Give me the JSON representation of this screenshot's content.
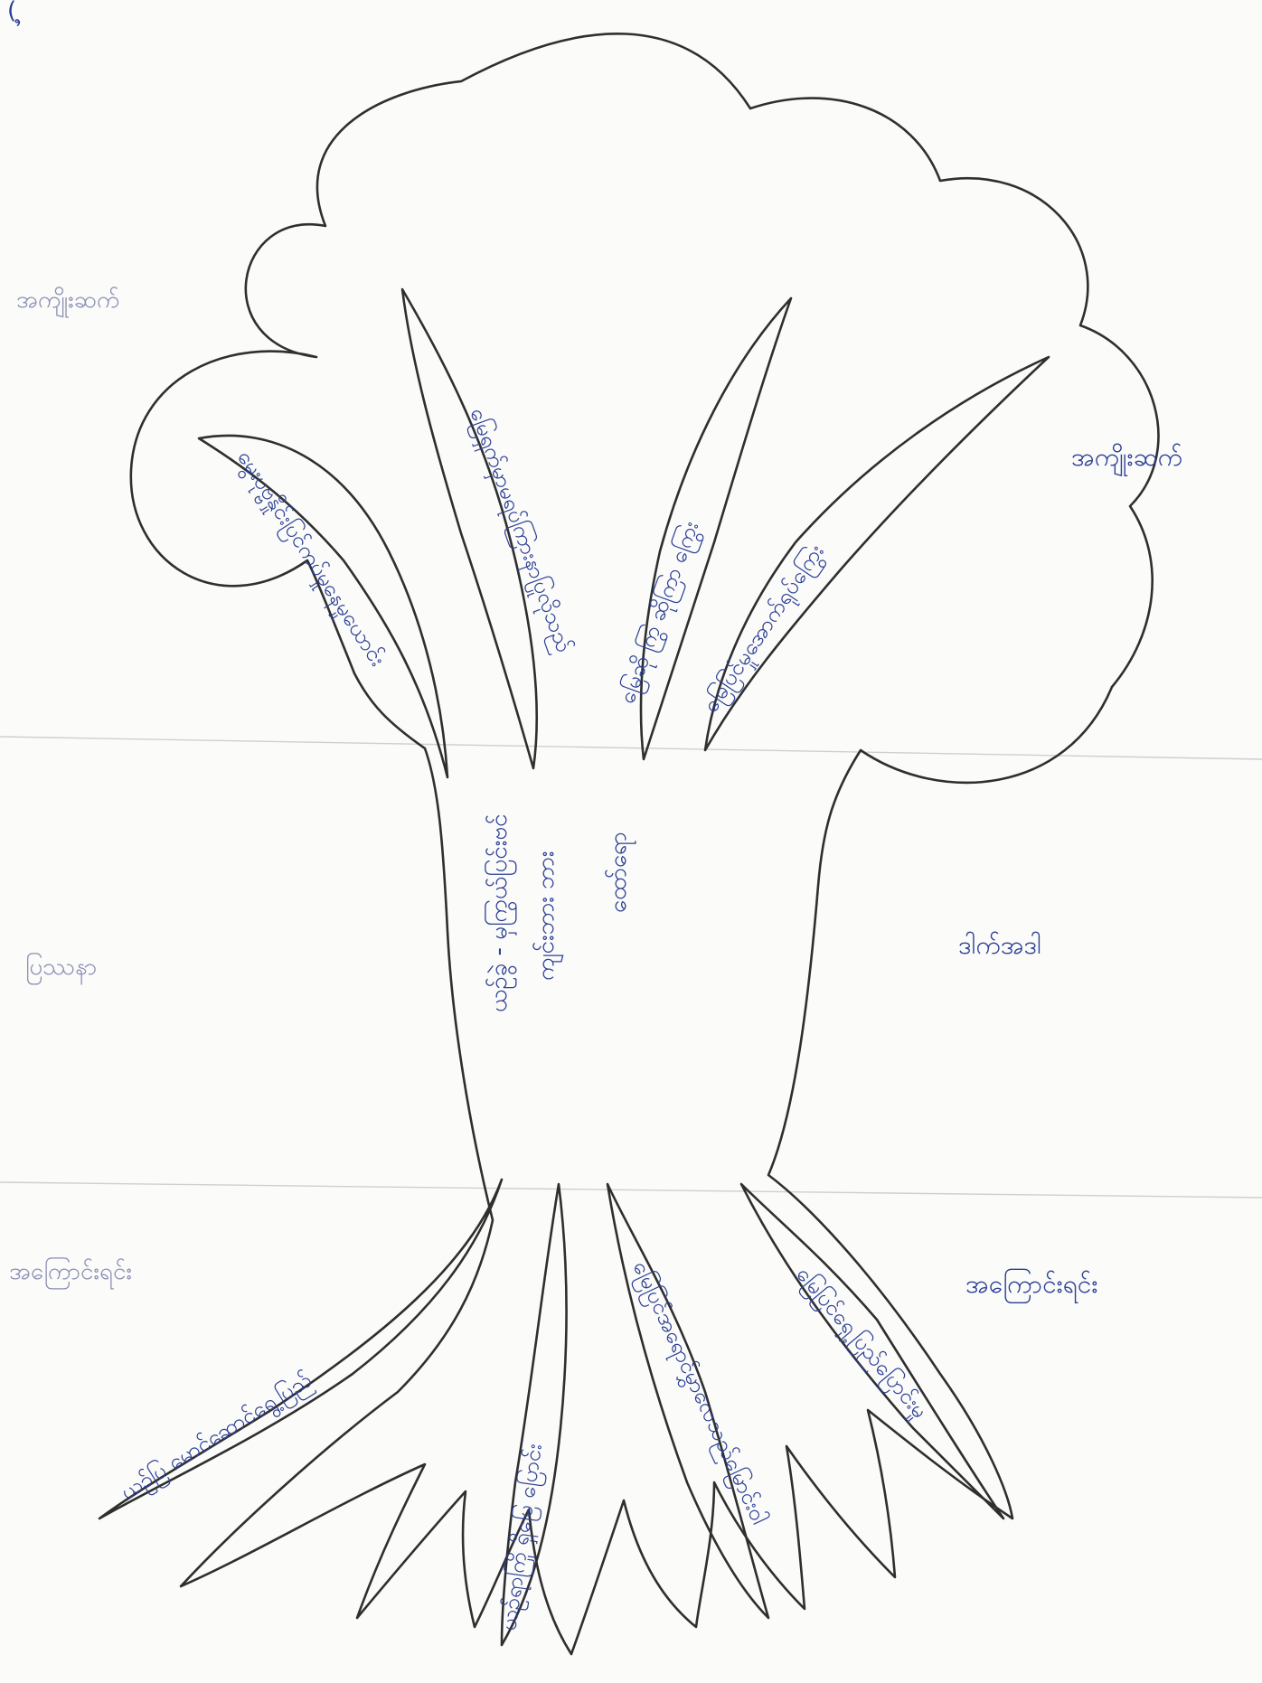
{
  "corner_text": "( ຸ",
  "side_labels": {
    "leaves": "အကျိုးဆက်",
    "crown_left": "အကျိုးဆက်",
    "trunk_left": "ပြဿနာ",
    "trunk_right": "ဒါက်အဒါ",
    "roots_left": "အကြောင်းရင်း",
    "roots_right": "အကြောင်းရင်း"
  },
  "problem": {
    "line1": "ယဥ်ခွဲ - မှကြွယ်ပြင်းဗင်",
    "line2": "ကျင်းဘား ဘား",
    "line3": "ထော်ရော"
  },
  "branches": [
    "မွေးပုဗ္ဗနှိုင်းပြင်ကပ်မှုနေမှုယောင်း",
    "မြေရှက်မှာမရပ်ကြားနာပြုလိုသည်",
    "မြေဆို ကြွ ဆိုကြာ ကြွေး",
    "မြေပြင်မှုအောက်ရုပ်ကြွေး"
  ],
  "roots": [
    "ယဉ်ပြ မောင်ဆောင်ရွေ့ပြည်",
    "ယဥ်ရာကြို ရှိမြေ ပြောင်း",
    "မြေပြင်အရောင်မွှာလေသည်မြောင်းဝါ",
    "မြေပြင်ရှေ့ပြည်ပြောင်းမှု"
  ]
}
